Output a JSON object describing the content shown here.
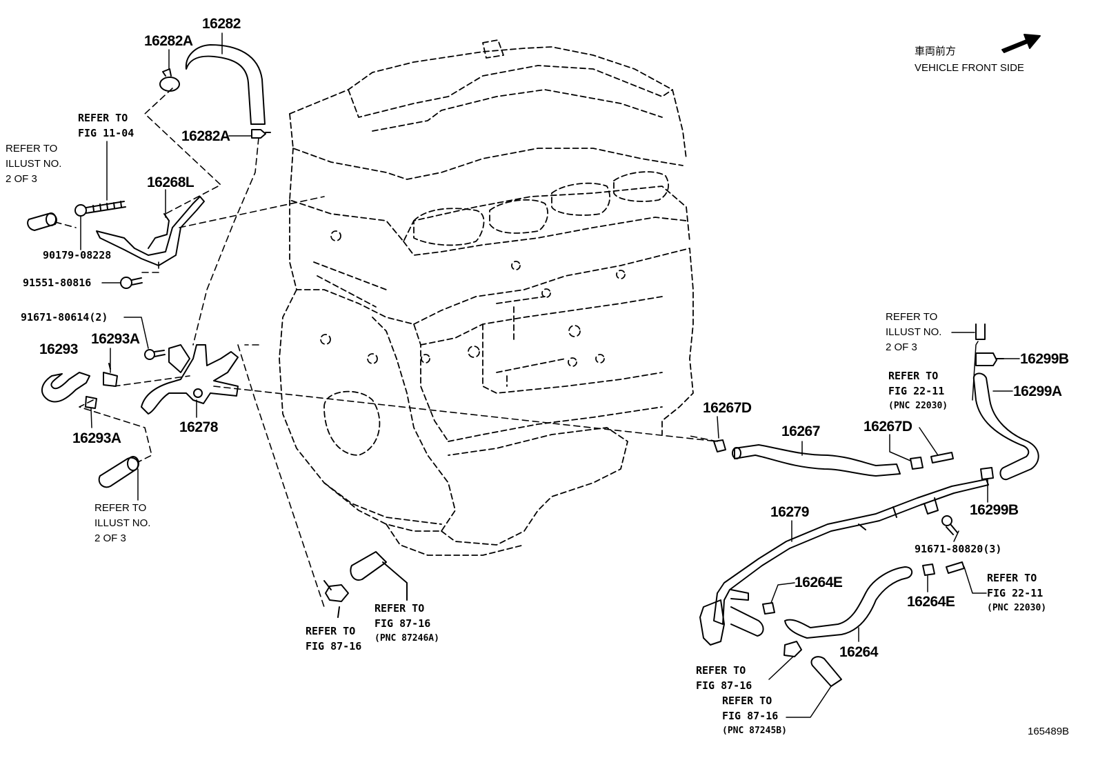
{
  "orientation": {
    "jp": "車両前方",
    "en": "VEHICLE FRONT SIDE",
    "arrow_icon": "front-arrow-icon"
  },
  "parts": {
    "p16282": "16282",
    "p16282A_top": "16282A",
    "p16282A_mid": "16282A",
    "p16268L": "16268L",
    "p90179": "90179-08228",
    "p91551": "91551-80816",
    "p91671_614": "91671-80614(2)",
    "p16293": "16293",
    "p16293A_top": "16293A",
    "p16293A_bot": "16293A",
    "p16278": "16278",
    "p16267D_left": "16267D",
    "p16267": "16267",
    "p16267D_right": "16267D",
    "p16299B_top": "16299B",
    "p16299A": "16299A",
    "p16299B_bot": "16299B",
    "p16279": "16279",
    "p91671_820": "91671-80820(3)",
    "p16264E_left": "16264E",
    "p16264E_right": "16264E",
    "p16264": "16264"
  },
  "refs": {
    "fig1104": [
      "REFER TO",
      "FIG 11-04"
    ],
    "illust_topleft": [
      "REFER TO",
      "ILLUST NO.",
      "2 OF 3"
    ],
    "illust_bottomleft": [
      "REFER TO",
      "ILLUST NO.",
      "2 OF 3"
    ],
    "illust_right": [
      "REFER TO",
      "ILLUST NO.",
      "2 OF 3"
    ],
    "fig2211_top": [
      "REFER TO",
      "FIG 22-11",
      "(PNC 22030)"
    ],
    "fig2211_right": [
      "REFER TO",
      "FIG 22-11",
      "(PNC 22030)"
    ],
    "fig8716_a": [
      "REFER TO",
      "FIG 87-16"
    ],
    "fig8716_b": [
      "REFER TO",
      "FIG 87-16",
      "(PNC 87246A)"
    ],
    "fig8716_c": [
      "REFER TO",
      "FIG 87-16"
    ],
    "fig8716_d": [
      "REFER TO",
      "FIG 87-16",
      "(PNC 87245B)"
    ]
  },
  "illustration_id": "165489B"
}
